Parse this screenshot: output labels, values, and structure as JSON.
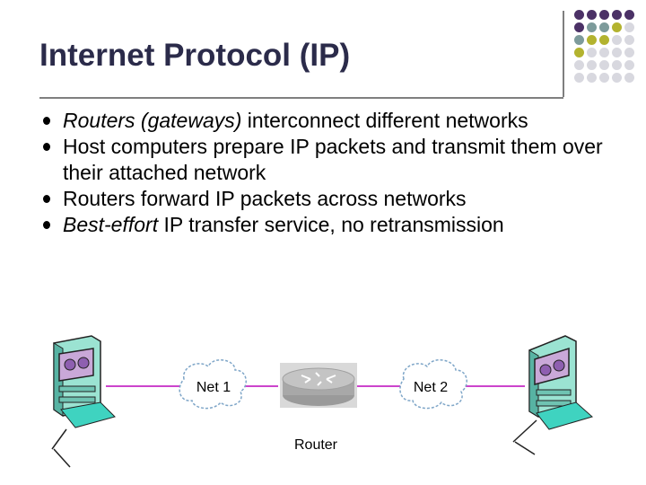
{
  "slide": {
    "title": "Internet Protocol (IP)",
    "bullets": [
      {
        "italic": "Routers (gateways)",
        "text": " interconnect different networks"
      },
      {
        "italic": "",
        "text": "Host computers prepare IP packets and transmit them over their attached network"
      },
      {
        "italic": "",
        "text": "Routers forward IP packets across networks"
      },
      {
        "italic": "Best-effort",
        "text": " IP transfer service, no retransmission"
      }
    ]
  },
  "diagram": {
    "net1_label": "Net 1",
    "net2_label": "Net 2",
    "router_label": "Router"
  },
  "colors": {
    "purple": "#4b3166",
    "teal_gray": "#7d9b9b",
    "olive": "#b3b32f",
    "light_gray": "#d8d8df",
    "link": "#cc44cc"
  }
}
